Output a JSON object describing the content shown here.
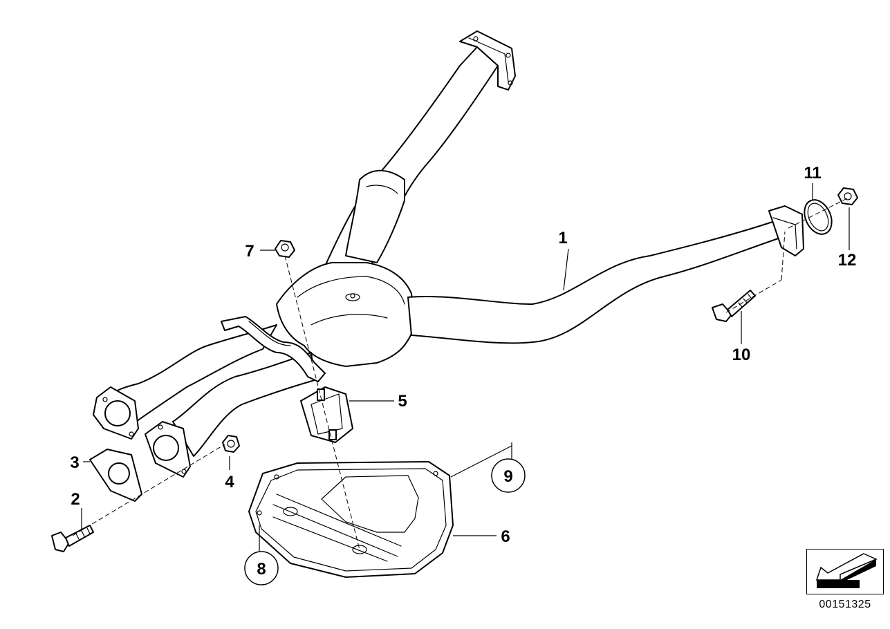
{
  "diagram": {
    "callouts": [
      {
        "id": "1",
        "text": "1"
      },
      {
        "id": "2",
        "text": "2"
      },
      {
        "id": "3",
        "text": "3"
      },
      {
        "id": "4",
        "text": "4"
      },
      {
        "id": "5",
        "text": "5"
      },
      {
        "id": "6",
        "text": "6"
      },
      {
        "id": "7",
        "text": "7"
      },
      {
        "id": "8",
        "text": "8"
      },
      {
        "id": "9",
        "text": "9"
      },
      {
        "id": "10",
        "text": "10"
      },
      {
        "id": "11",
        "text": "11"
      },
      {
        "id": "12",
        "text": "12"
      }
    ],
    "document_number": "00151325",
    "nav_icon": "arrow-left-down-icon"
  }
}
